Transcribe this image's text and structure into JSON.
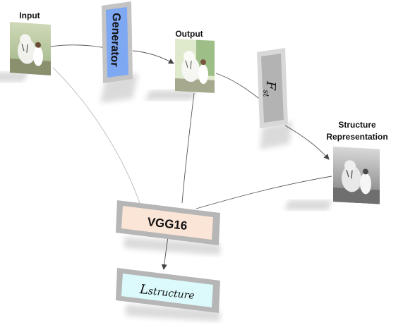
{
  "labels": {
    "input": "Input",
    "output": "Output",
    "structure_line1": "Structure",
    "structure_line2": "Representation",
    "generator": "Generator",
    "fst_main": "F",
    "fst_sub": "st",
    "vgg": "VGG16",
    "loss_main": "L",
    "loss_sub": "structure"
  },
  "colors": {
    "generator_fill": "#7fa8f2",
    "frame_gray": "#b6b6b6",
    "fst_fill": "#b3b3b3",
    "vgg_fill": "#fbe5d6",
    "loss_fill": "#dcfafc",
    "line": "#555555"
  },
  "images": {
    "input": "tiger-and-girl-color-photo",
    "output": "tiger-and-girl-stylized-photo",
    "structure": "tiger-and-girl-grayscale-photo"
  }
}
